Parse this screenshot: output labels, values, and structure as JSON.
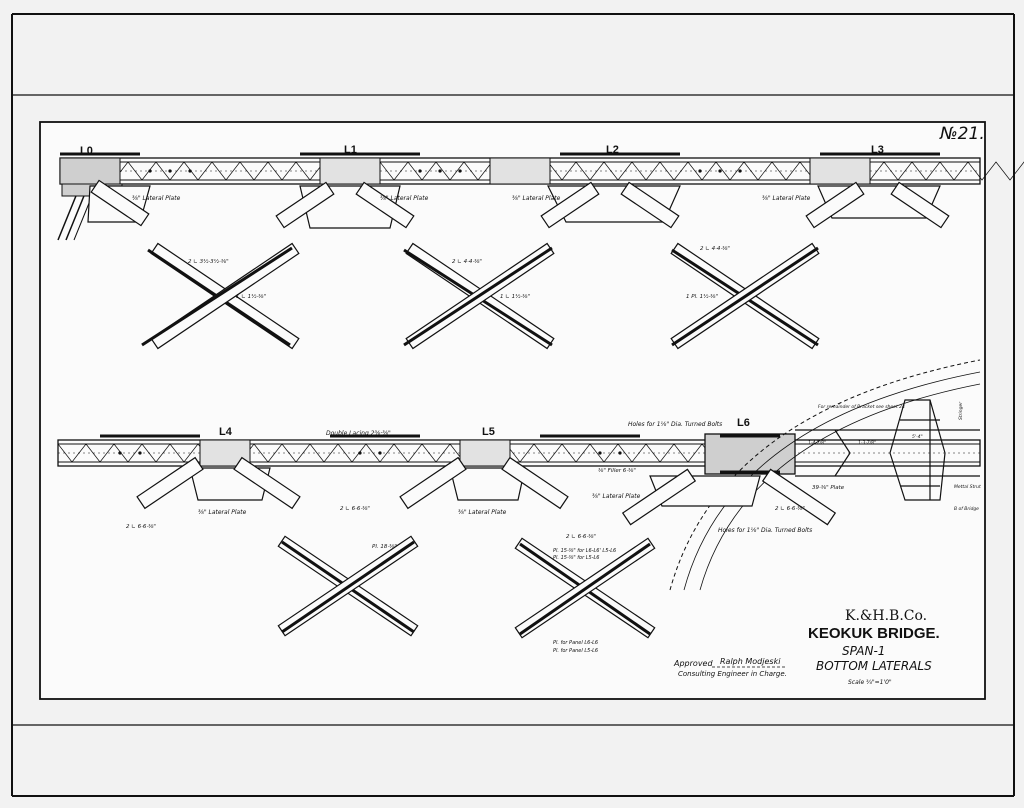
{
  "sheet": {
    "number": "№21.",
    "panel_points": [
      "L0",
      "L1",
      "L2",
      "L3",
      "L4",
      "L5",
      "L6"
    ]
  },
  "labels": {
    "lateral_plate_1": "⅜\" Lateral Plate",
    "lateral_plate_2": "⅜\" Lateral Plate",
    "lateral_plate_3": "⅜\" Lateral Plate",
    "lateral_plate_4": "⅜\" Lateral Plate",
    "lateral_plate_5": "⅜\" Lateral Plate",
    "lateral_plate_6": "⅜\" Lateral Plate",
    "lateral_plate_7": "⅜\" Lateral Plate",
    "angles_1": "2 ∟ 3½·3½·⅜\"",
    "angles_2": "1 ∟ 1½·⅜\"",
    "angles_3": "2 ∟ 4·4·⅜\"",
    "angles_4": "1 ∟ 1½·⅜\"",
    "angles_5": "2 ∟ 4·4·⅜\"",
    "angles_6": "1 Pl. 1½·⅜\"",
    "angles_7": "2 ∟ 6·6·⅜\"",
    "angles_8": "2 ∟ 6·6·⅜\"",
    "angles_9": "Pl. 18·⅜\"",
    "angles_10": "2 ∟ 6·6·⅜\"",
    "angles_11": "2 ∟ 6·6·⅜\"",
    "double_lacing": "Double Lacing 2⅜·⅜\"",
    "holes_top": "Holes for 1⅛\" Dia. Turned Bolts",
    "holes_bottom": "Holes for 1⅛\" Dia. Turned Bolts",
    "filler": "⅜\" Filler 6·⅜\"",
    "plate_39": "39·⅜\" Plate",
    "remainder": "For remainder of Bracket see sheet 24",
    "note_pl_1": "Pl. 15·⅜\" for L6-L6' L5-L6",
    "note_pl_2": "Pl. 15·⅜\" for L5-L6",
    "note_pl_3": "Pl. for Panel L6-L6",
    "note_pl_4": "Pl. for Panel L5-L6",
    "dim_1": "1-4·7/8\"",
    "dim_2": "1-3·7/8\"",
    "dim_3": "5'-4\"",
    "side_label_1": "Mettal Strut",
    "side_label_2": "B of Bridge",
    "side_label_3": "Stringer"
  },
  "title_block": {
    "company": "K.&H.B.Co.",
    "project": "KEOKUK BRIDGE.",
    "span": "SPAN-1",
    "subject": "BOTTOM LATERALS",
    "scale": "Scale ¾\"=1'0\"",
    "approved": "Approved",
    "signature": "Ralph Modjeski",
    "engineer": "Consulting Engineer in Charge."
  },
  "colors": {
    "ink": "#111111",
    "paper": "#f2f2f2",
    "fill_gray": "#cfcfcf"
  }
}
